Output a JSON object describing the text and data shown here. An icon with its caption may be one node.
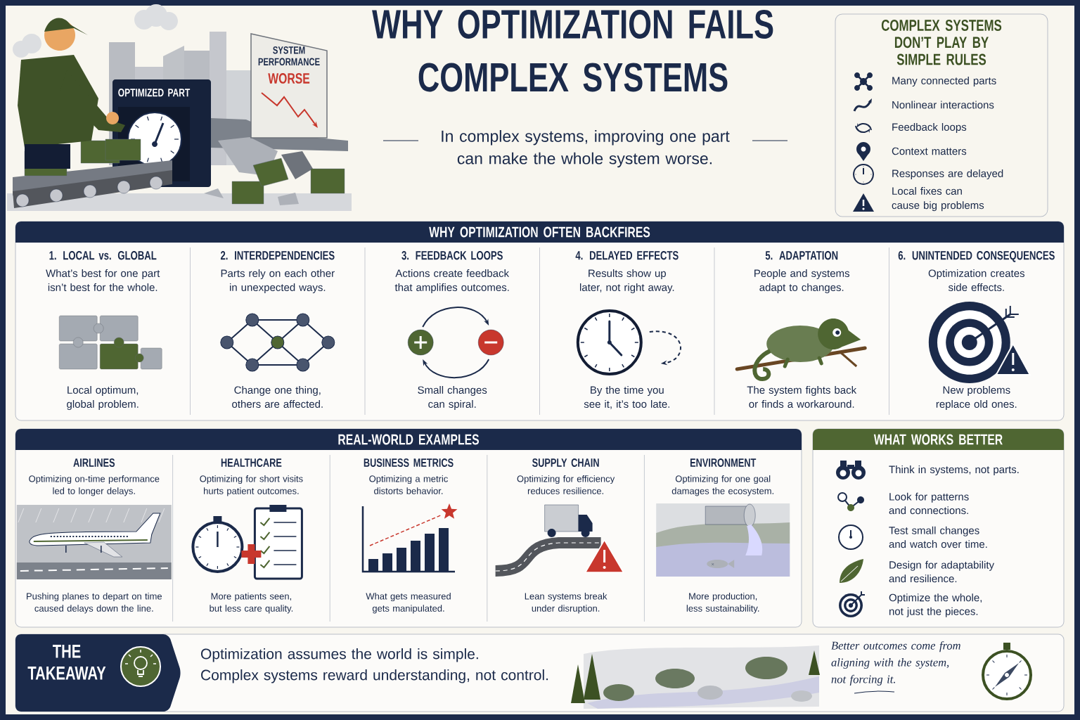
{
  "diagram": {
    "title": "WHY OPTIMIZATION FAILS COMPLEX SYSTEMS",
    "nodes": [
      {
        "text": [
          "COMPLEX SYSTEMS DON’T PLAY BY SIMPLE RULES",
          "Many connected parts",
          "Nonlinear interactions",
          "Feedback loops",
          "Context matters",
          "Responses are delayed",
          "Local fixes can cause big problems"
        ]
      },
      {
        "text": [
          "WHY OPTIMIZATION OFTEN BACKFIRES"
        ]
      },
      {
        "text": [
          "1. LOCAL vs. GLOBAL",
          "What’s best for one part isn’t best for the whole.",
          "Local optimum, global problem."
        ],
        "in": 1
      },
      {
        "text": [
          "2. INTERDEPENDENCIES",
          "Parts rely on each other in unexpected ways.",
          "Change one thing, others are affected."
        ],
        "in": 1
      },
      {
        "text": [
          "3. FEEDBACK LOOPS",
          "Actions create feedback that amplifies outcomes.",
          "Small changes can spiral."
        ],
        "in": 1
      },
      {
        "text": [
          "4. DELAYED EFFECTS",
          "Results show up later, not right away.",
          "By the time you see it, it’s too late."
        ],
        "in": 1
      },
      {
        "text": [
          "5. ADAPTATION",
          "People and systems adapt to changes.",
          "The system fights back or finds a workaround."
        ],
        "in": 1
      },
      {
        "text": [
          "6. UNINTENDED CONSEQUENCES",
          "Optimization creates side effects.",
          "New problems replace old ones."
        ],
        "in": 1
      },
      {
        "text": [
          "REAL-WORLD EXAMPLES"
        ]
      },
      {
        "text": [
          "AIRLINES",
          "Optimizing on-time performance led to longer delays.",
          "Pushing planes to depart on time caused delays down the line."
        ],
        "in": 8
      },
      {
        "text": [
          "HEALTHCARE",
          "Optimizing for short visits hurts patient outcomes.",
          "More patients seen, but less care quality."
        ],
        "in": 8
      },
      {
        "text": [
          "BUSINESS METRICS",
          "Optimizing a metric distorts behavior.",
          "What gets measured gets manipulated."
        ],
        "in": 8
      },
      {
        "text": [
          "SUPPLY CHAIN",
          "Optimizing for efficiency reduces resilience.",
          "Lean systems break under disruption."
        ],
        "in": 8
      },
      {
        "text": [
          "ENVIRONMENT",
          "Optimizing for one goal damages the ecosystem.",
          "More production, less sustainability."
        ],
        "in": 8
      },
      {
        "text": [
          "WHAT WORKS BETTER",
          "Think in systems, not parts.",
          "Look for patterns and connections.",
          "Test small changes and watch over time.",
          "Design for adaptability and resilience.",
          "Optimize the whole, not just the pieces."
        ]
      },
      {
        "text": [
          "THE TAKEAWAY",
          "Optimization assumes the world is simple.",
          "Complex systems reward understanding, not control.",
          "Better outcomes come from aligning with the system, not forcing it."
        ]
      }
    ],
    "labels": [
      "OPTIMIZED PART",
      "SYSTEM PERFORMANCE",
      "WORSE",
      "In complex systems, improving one part can make the whole system worse."
    ]
  }
}
